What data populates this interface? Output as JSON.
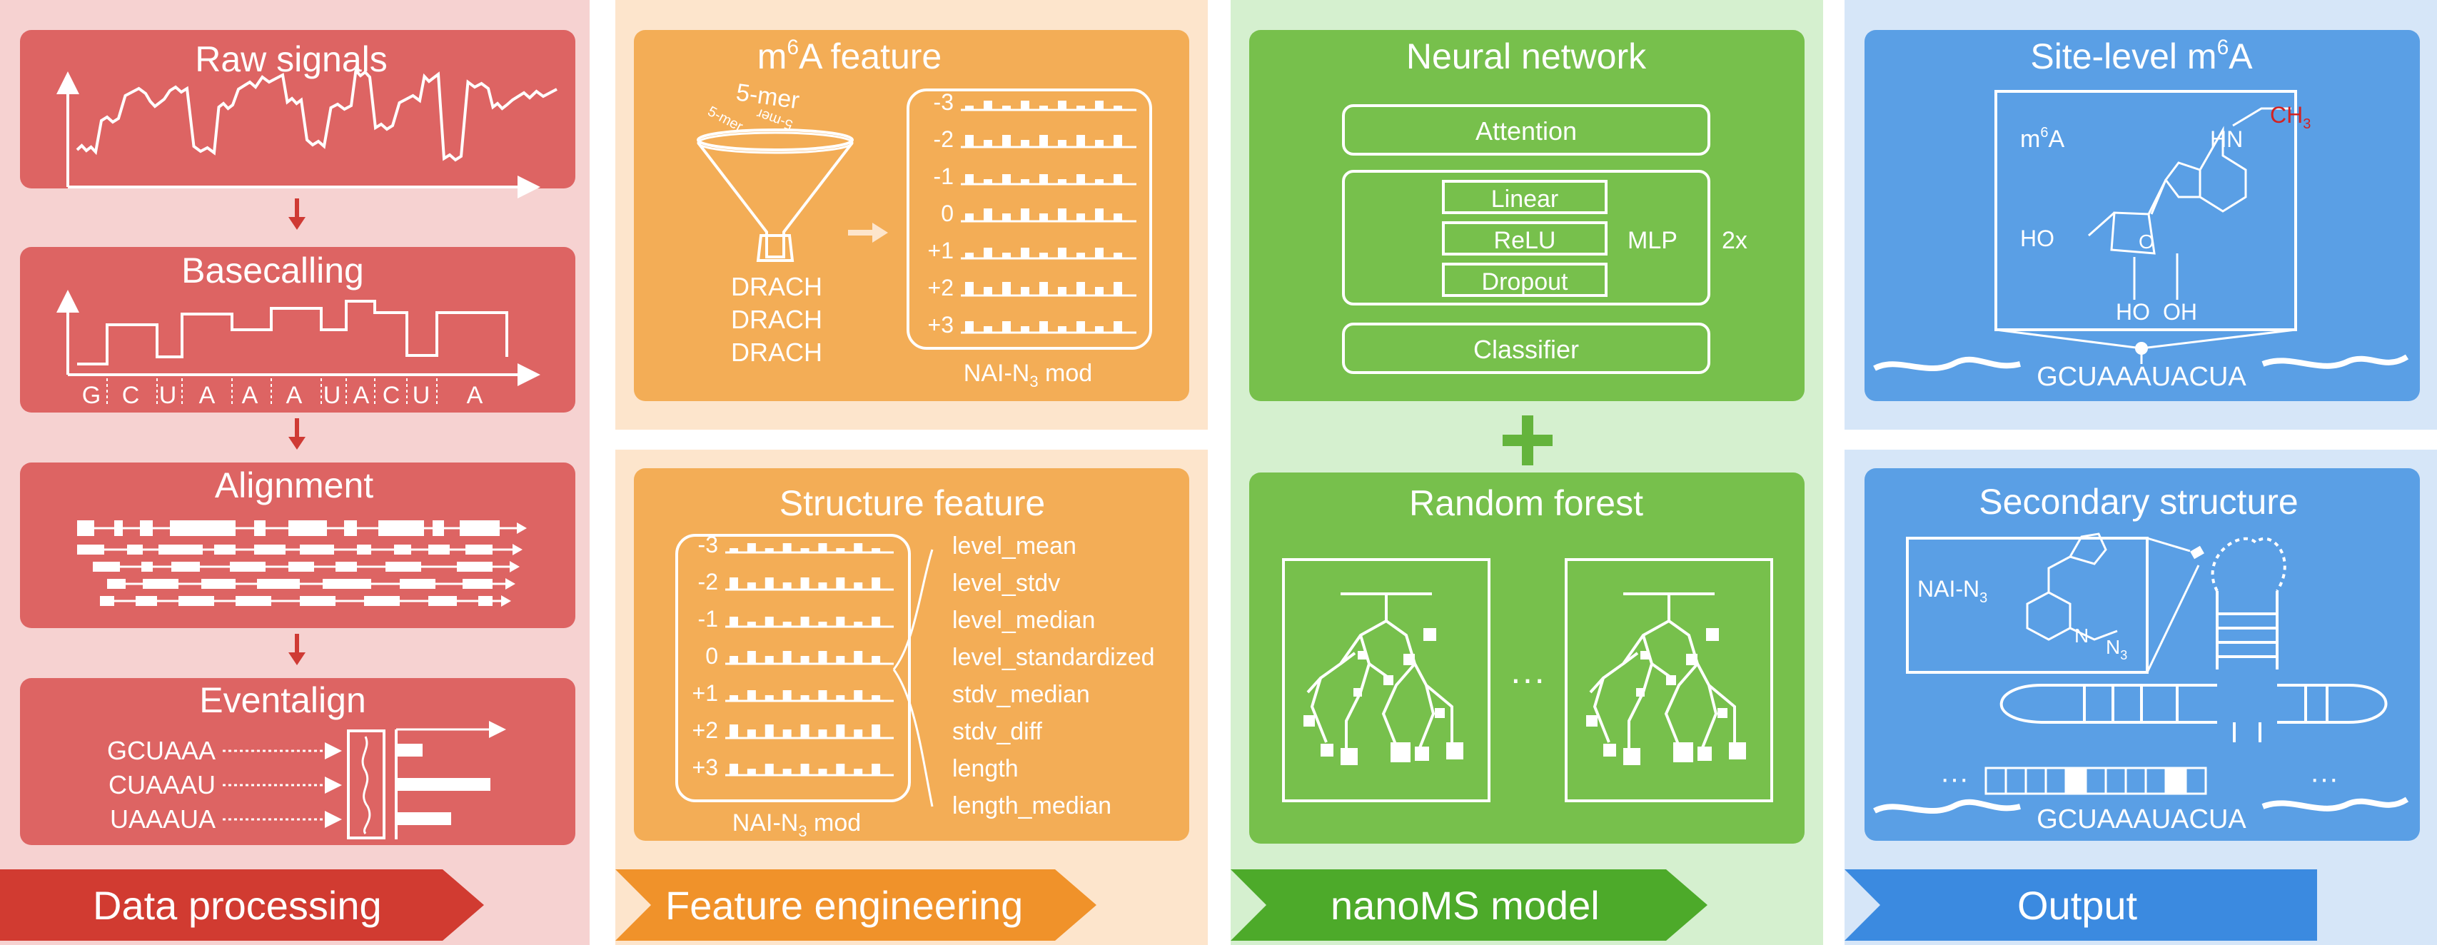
{
  "columns": {
    "data_processing": {
      "label": "Data processing",
      "steps": [
        "Raw signals",
        "Basecalling",
        "Alignment",
        "Eventalign"
      ],
      "basecalls": [
        "G",
        "C",
        "U",
        "A",
        "A",
        "A",
        "U",
        "A",
        "C",
        "U",
        "A"
      ],
      "eventalign_kmers": [
        "GCUAAA",
        "CUAAAU",
        "UAAAUA"
      ]
    },
    "feature_engineering": {
      "label": "Feature engineering",
      "m6a_feature": {
        "title_base": "m",
        "title_sup": "6",
        "title_tail": "A feature",
        "funnel_top_labels": [
          "5-mer",
          "5-mer",
          "5-mer"
        ],
        "motifs": [
          "DRACH",
          "DRACH",
          "DRACH"
        ],
        "positions": [
          "-3",
          "-2",
          "-1",
          "0",
          "+1",
          "+2",
          "+3"
        ],
        "caption_base": "NAI-N",
        "caption_sub": "3",
        "caption_tail": " mod"
      },
      "structure_feature": {
        "title": "Structure feature",
        "positions": [
          "-3",
          "-2",
          "-1",
          "0",
          "+1",
          "+2",
          "+3"
        ],
        "caption_base": "NAI-N",
        "caption_sub": "3",
        "caption_tail": " mod",
        "features": [
          "level_mean",
          "level_stdv",
          "level_median",
          "level_standardized",
          "stdv_median",
          "stdv_diff",
          "length",
          "length_median"
        ]
      }
    },
    "model": {
      "label": "nanoMS model",
      "neural_network": {
        "title": "Neural network",
        "attention": "Attention",
        "layers": [
          "Linear",
          "ReLU",
          "Dropout"
        ],
        "mlp": "MLP",
        "repeat": "2x",
        "classifier": "Classifier"
      },
      "plus": "+",
      "random_forest": {
        "title": "Random forest",
        "ellipsis": "···"
      }
    },
    "output": {
      "label": "Output",
      "site_level": {
        "title_base": "Site-level m",
        "title_sup": "6",
        "title_tail": "A",
        "m6a_base": "m",
        "m6a_sup": "6",
        "m6a_tail": "A",
        "ch3_base": "CH",
        "ch3_sub": "3",
        "atoms": {
          "N_amine": "H",
          "N": "N",
          "HO": "HO",
          "O": "O"
        },
        "ho_labels": [
          "HO",
          "HO",
          "OH"
        ],
        "sequence": "GCUAAAUACUA"
      },
      "secondary_structure": {
        "title": "Secondary structure",
        "nai_base": "NAI-N",
        "nai_sub": "3",
        "n_atom": "N",
        "n3_base": "N",
        "n3_sub": "3",
        "ellipsis": "···",
        "sequence": "GCUAAAUACUA"
      }
    }
  },
  "colors": {
    "red_bg": "#f6d2d1",
    "red_panel": "#dd6463",
    "red_label": "#d13b31",
    "orange_bg": "#fde5cc",
    "orange_panel": "#f3ad56",
    "orange_label": "#f0922a",
    "green_bg": "#d5f0cf",
    "green_panel": "#77c04c",
    "green_label": "#4daa2a",
    "blue_bg": "#d6e6f8",
    "blue_panel": "#5a9fe5",
    "blue_label": "#3b8ae0"
  }
}
